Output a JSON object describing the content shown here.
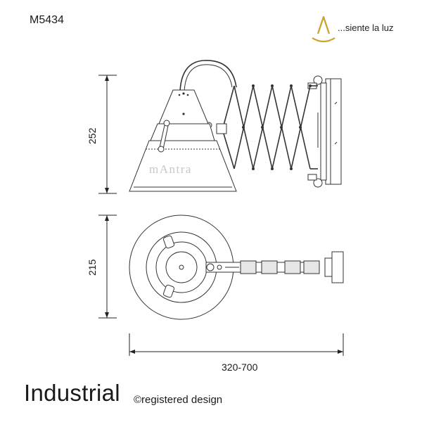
{
  "header": {
    "model_code": "M5434",
    "tagline": "...siente la luz",
    "logo_color": "#c9a227"
  },
  "diagram": {
    "watermark": "mAntra",
    "dimensions": {
      "height": "252",
      "depth": "215",
      "extension": "320-700"
    }
  },
  "footer": {
    "collection": "Industrial",
    "registered": "©registered design"
  }
}
